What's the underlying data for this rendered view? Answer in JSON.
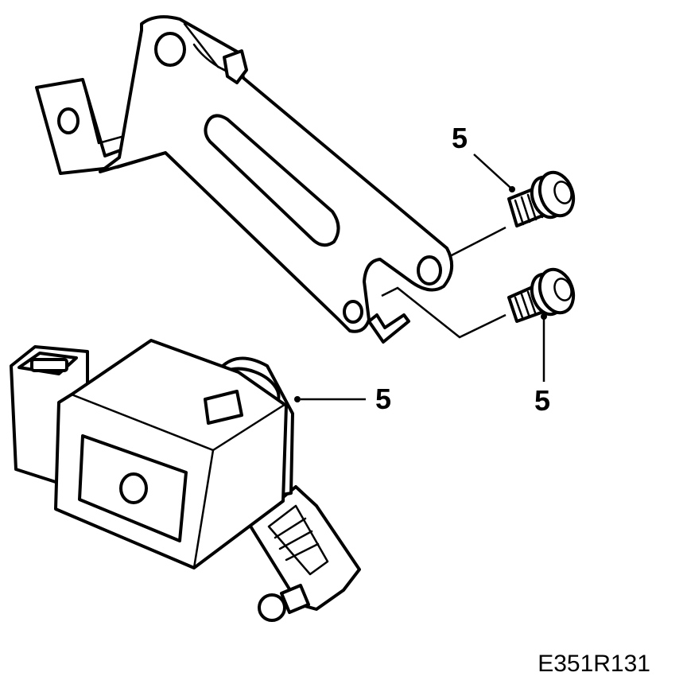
{
  "callouts": {
    "screw_upper": "5",
    "screw_lower": "5",
    "sensor": "5"
  },
  "figure_code": "E351R131"
}
